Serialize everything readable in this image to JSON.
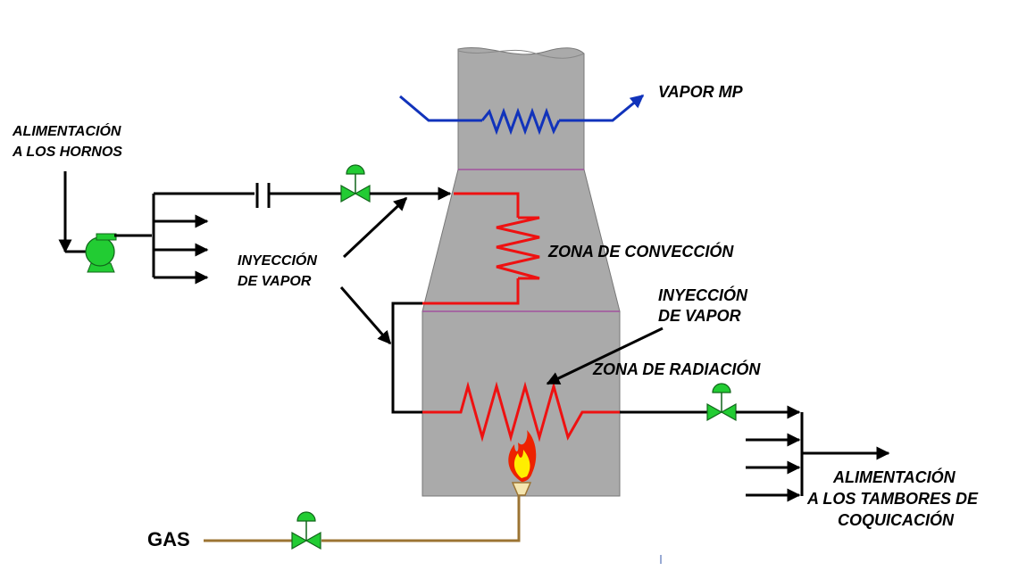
{
  "labels": {
    "vapor_mp": "VAPOR MP",
    "feed_furnace_line1": "ALIMENTACIÓN",
    "feed_furnace_line2": "A LOS HORNOS",
    "steam_injection_left_line1": "INYECCIÓN",
    "steam_injection_left_line2": "DE VAPOR",
    "convection_zone": "ZONA DE CONVECCIÓN",
    "steam_injection_right_line1": "INYECCIÓN",
    "steam_injection_right_line2": "DE VAPOR",
    "radiation_zone": "ZONA DE RADIACIÓN",
    "feed_drums_line1": "ALIMENTACIÓN",
    "feed_drums_line2": "A LOS TAMBORES DE",
    "feed_drums_line3": "COQUICACIÓN",
    "gas": "GAS"
  },
  "colors": {
    "furnace_body": "#aaaaaa",
    "process_coil": "#ee1111",
    "steam_coil": "#1133bb",
    "gas_line": "#9c7433",
    "valve": "#22cc33",
    "flame_outer": "#ee2200",
    "flame_inner": "#ffee00"
  },
  "icons": [
    "pump-icon",
    "control-valve-icon",
    "flow-orifice-icon",
    "burner-flame-icon"
  ]
}
